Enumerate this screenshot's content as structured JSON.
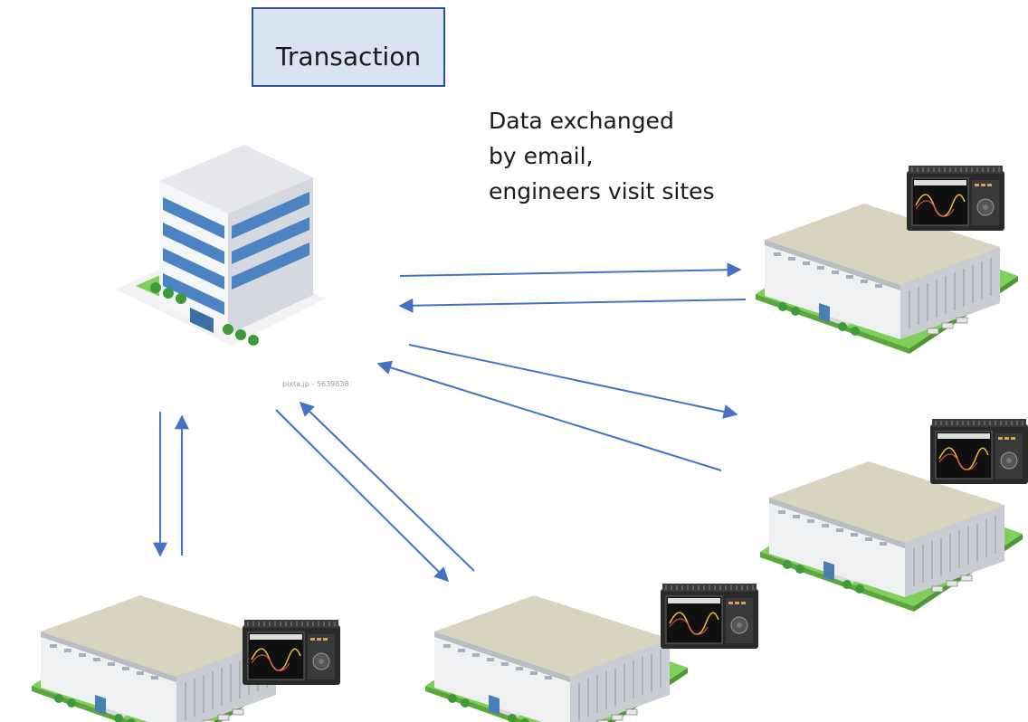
{
  "legend": {
    "label": "Transaction"
  },
  "note": {
    "lines": [
      "Data exchanged",
      "by email,",
      "engineers visit sites"
    ]
  },
  "watermark": "pixta.jp - 5639838",
  "colors": {
    "arrow": "#4472c4",
    "legend_fill": "#dae3f3",
    "legend_border": "#2f528f"
  },
  "nodes": {
    "head_office": "office-building-icon",
    "sites": [
      "factory-with-logger-icon",
      "factory-with-logger-icon",
      "factory-with-logger-icon",
      "factory-with-logger-icon"
    ]
  }
}
